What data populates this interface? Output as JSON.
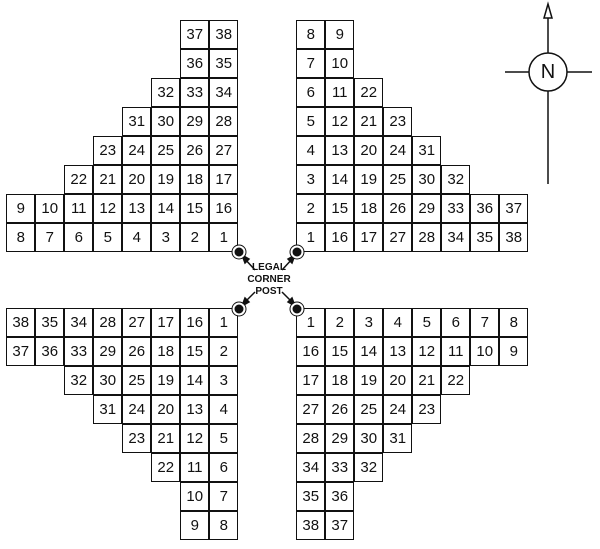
{
  "title_label": [
    "LEGAL",
    "CORNER",
    "POST"
  ],
  "compass": {
    "letter": "N"
  },
  "quadrants": {
    "top_left": {
      "align": "right",
      "rows": [
        [
          37,
          38
        ],
        [
          36,
          35
        ],
        [
          32,
          33,
          34
        ],
        [
          31,
          30,
          29,
          28
        ],
        [
          23,
          24,
          25,
          26,
          27
        ],
        [
          22,
          21,
          20,
          19,
          18,
          17
        ],
        [
          9,
          10,
          11,
          12,
          13,
          14,
          15,
          16
        ],
        [
          8,
          7,
          6,
          5,
          4,
          3,
          2,
          1
        ]
      ]
    },
    "top_right": {
      "align": "left",
      "rows": [
        [
          8,
          9
        ],
        [
          7,
          10
        ],
        [
          6,
          11,
          22
        ],
        [
          5,
          12,
          21,
          23
        ],
        [
          4,
          13,
          20,
          24,
          31
        ],
        [
          3,
          14,
          19,
          25,
          30,
          32
        ],
        [
          2,
          15,
          18,
          26,
          29,
          33,
          36,
          37
        ],
        [
          1,
          16,
          17,
          27,
          28,
          34,
          35,
          38
        ]
      ]
    },
    "bottom_left": {
      "align": "right",
      "rows": [
        [
          38,
          35,
          34,
          28,
          27,
          17,
          16,
          1
        ],
        [
          37,
          36,
          33,
          29,
          26,
          18,
          15,
          2
        ],
        [
          32,
          30,
          25,
          19,
          14,
          3
        ],
        [
          31,
          24,
          20,
          13,
          4
        ],
        [
          23,
          21,
          12,
          5
        ],
        [
          22,
          11,
          6
        ],
        [
          10,
          7
        ],
        [
          9,
          8
        ]
      ]
    },
    "bottom_right": {
      "align": "left",
      "rows": [
        [
          1,
          2,
          3,
          4,
          5,
          6,
          7,
          8
        ],
        [
          16,
          15,
          14,
          13,
          12,
          11,
          10,
          9
        ],
        [
          17,
          18,
          19,
          20,
          21,
          22
        ],
        [
          27,
          26,
          25,
          24,
          23
        ],
        [
          28,
          29,
          30,
          31
        ],
        [
          34,
          33,
          32
        ],
        [
          35,
          36
        ],
        [
          38,
          37
        ]
      ]
    }
  }
}
